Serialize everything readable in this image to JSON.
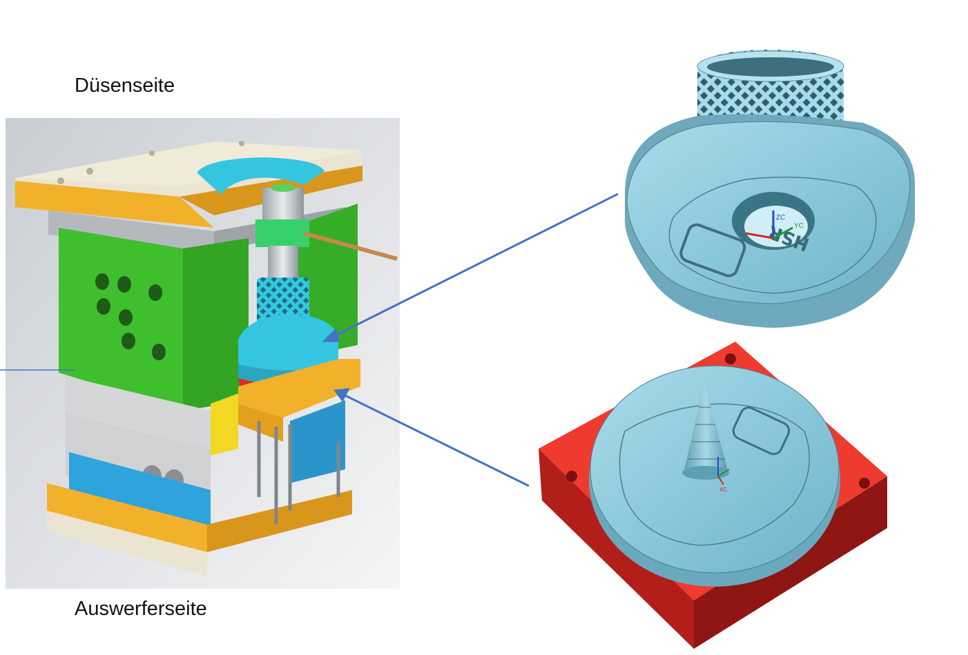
{
  "labels": {
    "nozzle_side": "Düsenseite",
    "ejector_side": "Auswerferseite"
  },
  "insert_text": {
    "logo": "HSR",
    "axis_z": "ZC",
    "axis_y": "YC",
    "axis_x": "XC"
  },
  "colors": {
    "arrow": "#4472c4",
    "mold_green": "#3fbf2e",
    "mold_orange": "#f2b12a",
    "mold_cyan": "#34c6e0",
    "plate_beige": "#efe7d3",
    "insert_blue": "#8fc9dc",
    "base_red": "#e8302a"
  }
}
